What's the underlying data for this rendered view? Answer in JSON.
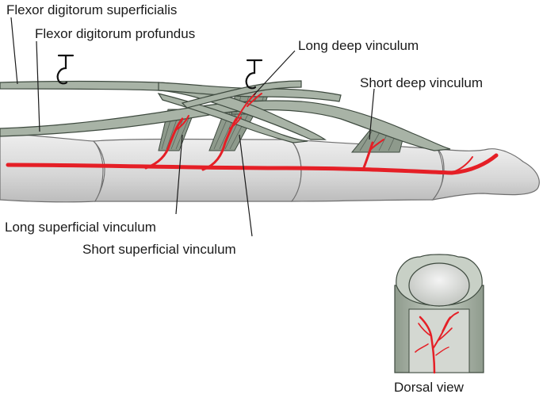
{
  "labels": {
    "fds": "Flexor digitorum superficialis",
    "fdp": "Flexor digitorum profundus",
    "long_deep": "Long deep vinculum",
    "short_deep": "Short deep vinculum",
    "long_superficial": "Long superficial  vinculum",
    "short_superficial": "Short superficial vinculum",
    "dorsal_view": "Dorsal view"
  },
  "colors": {
    "bone": "#d9d9d9",
    "tendon": "#a8b3a6",
    "vinculum": "#8e9a8c",
    "artery": "#e51f26"
  }
}
